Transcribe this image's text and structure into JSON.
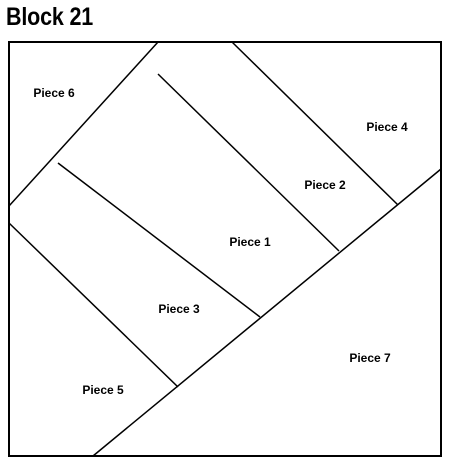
{
  "title": "Block 21",
  "pieces": [
    {
      "id": "piece-1",
      "label": "Piece 1"
    },
    {
      "id": "piece-2",
      "label": "Piece 2"
    },
    {
      "id": "piece-3",
      "label": "Piece 3"
    },
    {
      "id": "piece-4",
      "label": "Piece 4"
    },
    {
      "id": "piece-5",
      "label": "Piece 5"
    },
    {
      "id": "piece-6",
      "label": "Piece 6"
    },
    {
      "id": "piece-7",
      "label": "Piece 7"
    }
  ]
}
